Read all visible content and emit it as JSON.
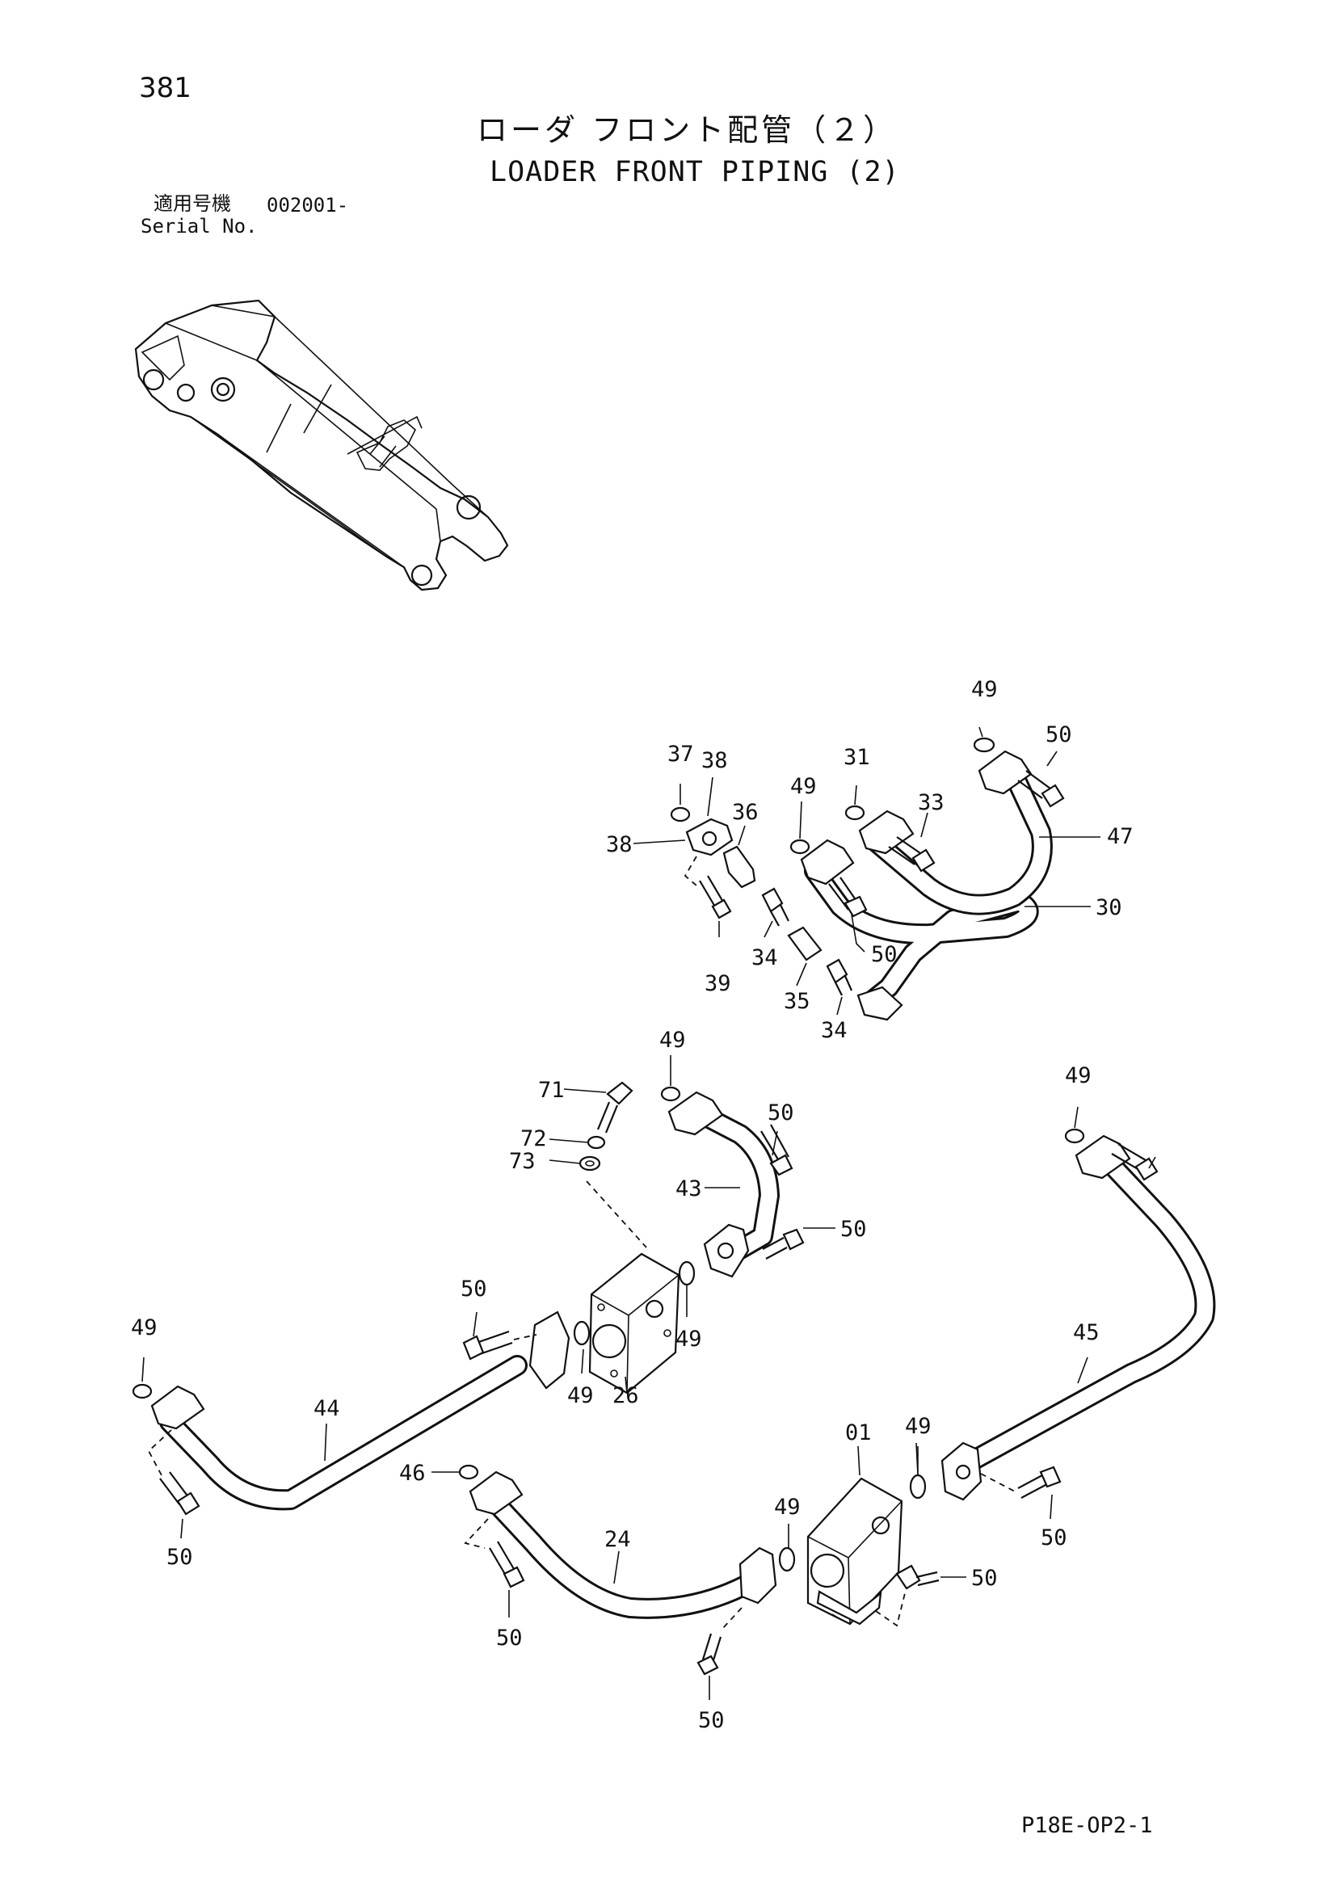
{
  "header": {
    "page_number": "381",
    "title_jp": "ローダ フロント配管（２）",
    "title_en": "LOADER FRONT PIPING (2)",
    "serial_label_jp": "適用号機",
    "serial_value": "002001-",
    "serial_label_en": "Serial No."
  },
  "footer": {
    "figure_code": "P18E-OP2-1"
  },
  "callouts": [
    "49",
    "50",
    "37",
    "38",
    "31",
    "49",
    "33",
    "47",
    "38",
    "36",
    "30",
    "50",
    "39",
    "34",
    "35",
    "34",
    "49",
    "49",
    "50",
    "71",
    "72",
    "73",
    "43",
    "50",
    "50",
    "49",
    "49",
    "26",
    "45",
    "44",
    "49",
    "01",
    "49",
    "49",
    "46",
    "24",
    "50",
    "50",
    "50",
    "50"
  ]
}
